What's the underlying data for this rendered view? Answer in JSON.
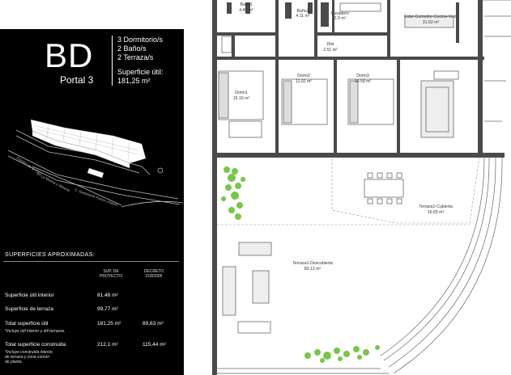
{
  "unit": {
    "code": "BD",
    "portal": "Portal 3"
  },
  "features": [
    "3 Dormitorio/s",
    "2 Baño/s",
    "2 Terraza/s"
  ],
  "useful_area": {
    "label": "Superficie útil:",
    "value": "181,25 m²"
  },
  "site_labels": {
    "road1": "Camino de la Cruz",
    "road2": "C. La Marina y Almeria",
    "road3": "C. Bartolomé Flores Linares"
  },
  "surfaces": {
    "title": "SUPERFICIES APROXIMADAS:",
    "col1": "SUP. DE\nPROYECTO",
    "col2": "DECRETO\n218/2005",
    "rows": [
      {
        "label": "Superficie útil interior",
        "v1": "81,48  m²",
        "v2": ""
      },
      {
        "label": "Superficie de terraza",
        "v1": "99,77 m²",
        "v2": ""
      },
      {
        "label": "Total superficie útil",
        "v1": "181,25 m²",
        "v2": "89,63 m²"
      },
      {
        "label": "Total superficie construida",
        "v1": "212,1 m²",
        "v2": "115,44 m²"
      }
    ],
    "note1": "*Incluye útil interior y útil terrazas.",
    "note2": "*Incluye construida interior,\nde terraza y zona común\nde planta."
  },
  "rooms": {
    "bano1": {
      "name": "Baño1",
      "area": "4.40 m²"
    },
    "bano2": {
      "name": "Baño2",
      "area": "4.11 m²"
    },
    "lavadero": {
      "name": "Lavadero",
      "area": "2.0 m²"
    },
    "estar": {
      "name": "Estar-Comedor-Cocina-Vest.",
      "area": "31.62 m²"
    },
    "dist": {
      "name": "Dist",
      "area": "2.51 m²"
    },
    "dorm1": {
      "name": "Dorm1",
      "area": "15.16 m²"
    },
    "dorm2": {
      "name": "Dorm2",
      "area": "11.02 m²"
    },
    "dorm3": {
      "name": "Dorm3",
      "area": "10.58 m²"
    },
    "terraza_cub": {
      "name": "Terraza1-Cubierta",
      "area": "16.65 m²"
    },
    "terraza_desc": {
      "name": "Terraza1-Descubierta",
      "area": "83.12 m²"
    }
  }
}
